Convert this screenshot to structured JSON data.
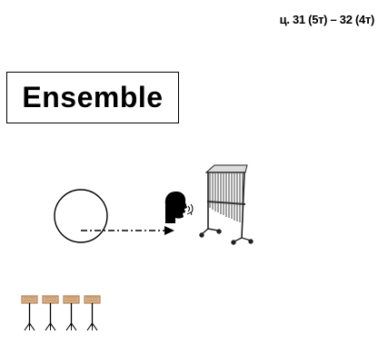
{
  "header": {
    "reference": "ц. 31 (5т) – 32 (4т)"
  },
  "title": {
    "label": "Ensemble"
  },
  "icons": {
    "circle": "open-circle-icon",
    "arrow": "dash-dot-arrow-icon",
    "speaker": "speaking-head-icon",
    "chimes": "tubular-bells-icon",
    "stands": "music-stand-icon",
    "stand_count": 4
  },
  "colors": {
    "ink": "#000000",
    "stand_wood": "#b5855a",
    "stand_top": "#d9b48a"
  }
}
